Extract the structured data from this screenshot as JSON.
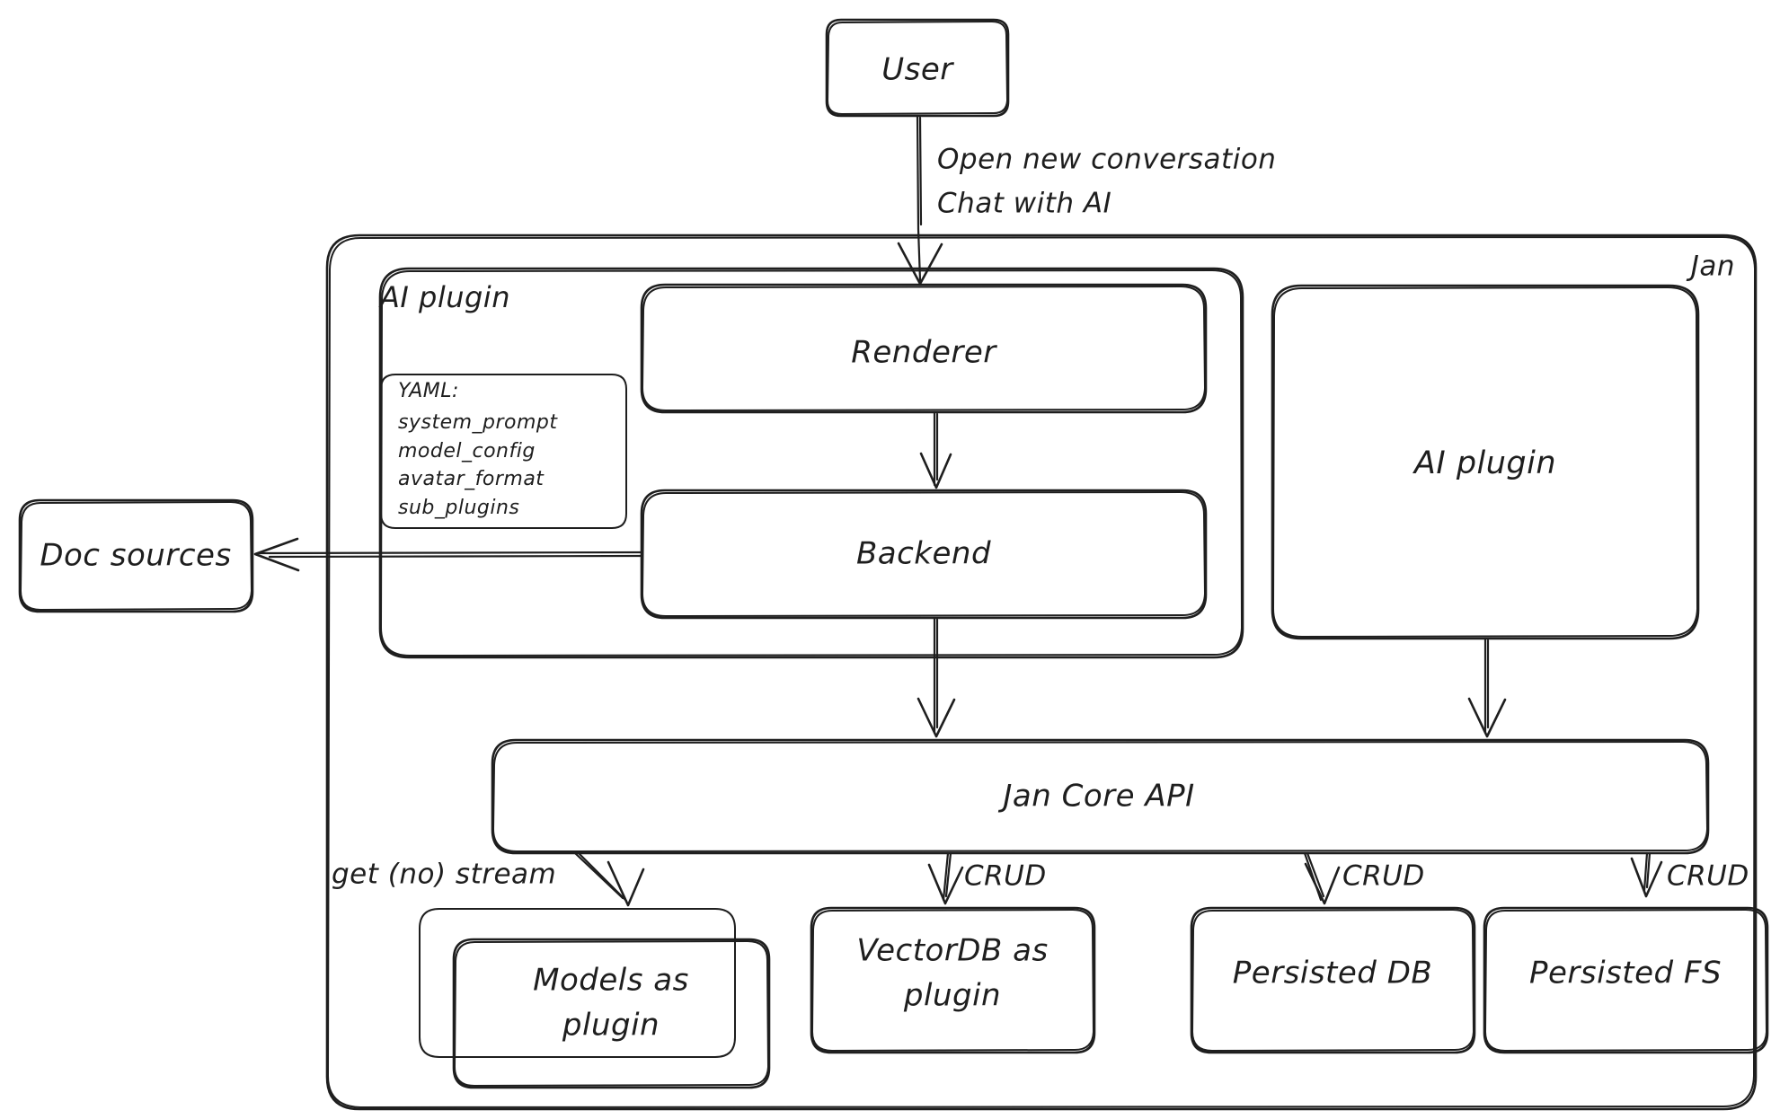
{
  "diagram": {
    "title_hidden": "Jan architecture",
    "containers": [
      {
        "id": "jan",
        "label": "Jan"
      },
      {
        "id": "ai-plugin-group",
        "label": "AI plugin"
      }
    ],
    "nodes": [
      {
        "id": "user",
        "label": "User"
      },
      {
        "id": "renderer",
        "label": "Renderer"
      },
      {
        "id": "backend",
        "label": "Backend"
      },
      {
        "id": "ai-plugin",
        "label": "AI plugin"
      },
      {
        "id": "jan-core-api",
        "label": "Jan Core API"
      },
      {
        "id": "models",
        "label_line1": "Models as",
        "label_line2": "plugin"
      },
      {
        "id": "vectordb",
        "label_line1": "VectorDB as",
        "label_line2": "plugin"
      },
      {
        "id": "persisted-db",
        "label": "Persisted DB"
      },
      {
        "id": "persisted-fs",
        "label": "Persisted FS"
      },
      {
        "id": "doc-sources",
        "label": "Doc sources"
      }
    ],
    "yaml_card": {
      "lines": [
        "YAML:",
        "system_prompt",
        "model_config",
        "avatar_format",
        "sub_plugins"
      ]
    },
    "edges": [
      {
        "id": "user-to-renderer",
        "label_line1": "Open new conversation",
        "label_line2": "Chat with AI"
      },
      {
        "id": "renderer-to-backend",
        "label": ""
      },
      {
        "id": "backend-to-doc-sources",
        "label": ""
      },
      {
        "id": "backend-to-core",
        "label": ""
      },
      {
        "id": "aiplugin-to-core",
        "label": ""
      },
      {
        "id": "core-to-models",
        "label": "get (no) stream"
      },
      {
        "id": "core-to-vectordb",
        "label": "CRUD"
      },
      {
        "id": "core-to-persisted-db",
        "label": "CRUD"
      },
      {
        "id": "core-to-persisted-fs",
        "label": "CRUD"
      }
    ],
    "colors": {
      "stroke": "#1e1e1e",
      "background": "#ffffff"
    }
  }
}
